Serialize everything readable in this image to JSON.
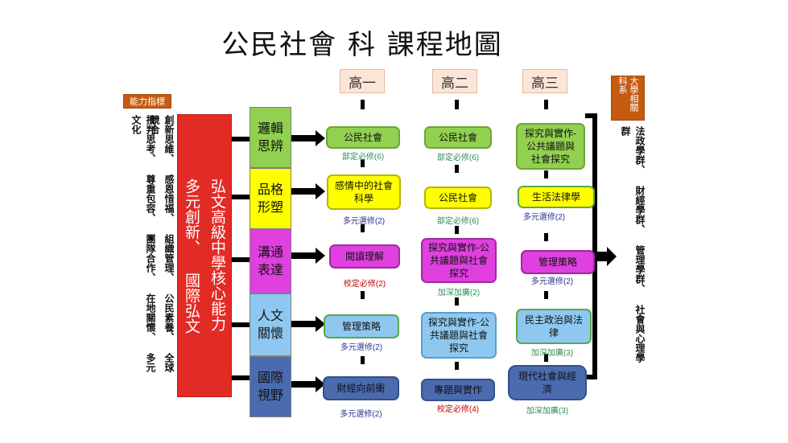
{
  "title": "公民社會 科  課程地圖",
  "years": [
    "高一",
    "高二",
    "高三"
  ],
  "ability": {
    "tag": "能力指標",
    "columns": [
      "批判思考、 尊重包容、 團隊合作、 在地關懷、 多元文化",
      "創新思維、 感恩惜福、 組織管理、 公民素養、 全球競合"
    ]
  },
  "core": {
    "line1": "弘文高級中學核心能力",
    "line2": "多元創新、 國際弘文"
  },
  "dimensions": [
    {
      "line1": "邏輯",
      "line2": "思辨",
      "color": "#92d050"
    },
    {
      "line1": "品格",
      "line2": "形塑",
      "color": "#ffff00"
    },
    {
      "line1": "溝通",
      "line2": "表達",
      "color": "#e040e0"
    },
    {
      "line1": "人文",
      "line2": "關懷",
      "color": "#8ec8f0"
    },
    {
      "line1": "國際",
      "line2": "視野",
      "color": "#4b6bb0"
    }
  ],
  "courses": {
    "y1": [
      {
        "name": "公民社會",
        "note": "部定必修(6)"
      },
      {
        "name": "感情中的社會科學",
        "note": "多元選修(2)"
      },
      {
        "name": "閱讀理解",
        "note": "校定必修(2)"
      },
      {
        "name": "管理策略",
        "note": "多元選修(2)"
      },
      {
        "name": "財經向前衝",
        "note": "多元選修(2)"
      }
    ],
    "y2": [
      {
        "name": "公民社會",
        "note": "部定必修(6)"
      },
      {
        "name": "公民社會",
        "note": "部定必修(6)"
      },
      {
        "name": "探究與實作-公共議題與社會探究",
        "note": "加深加廣(2)"
      },
      {
        "name": "探究與實作-公共議題與社會探究",
        "note": ""
      },
      {
        "name": "專題與實作",
        "note": "校定必修(4)"
      }
    ],
    "y3": [
      {
        "name": "探究與實作-公共議題與社會探究",
        "note": ""
      },
      {
        "name": "生活法律學",
        "note": "多元選修(2)"
      },
      {
        "name": "管理策略",
        "note": "多元選修(2)"
      },
      {
        "name": "民主政治與法律",
        "note": "加深加廣(3)"
      },
      {
        "name": "現代社會與經濟",
        "note": "加深加廣(3)"
      }
    ]
  },
  "university": {
    "tag": "大學相關科系",
    "columns": [
      "法政學群、 財經學群、 管理學群、 社會與心理學群"
    ]
  }
}
